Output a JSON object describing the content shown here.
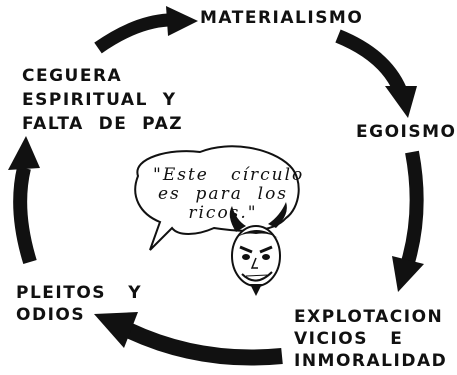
{
  "nodes": {
    "materialismo": "MATERIALISMO",
    "egoismo": "EGOISMO",
    "explotacion": "EXPLOTACION\nVICIOS   E\nINMORALIDAD",
    "pleitos": "PLEITOS   Y\nODIOS",
    "ceguera": "CEGUERA\nESPIRITUAL  Y\nFALTA  DE  PAZ"
  },
  "speech_bubble": {
    "text": "\"Este   círculo\nes  para  los\nricos.\""
  },
  "colors": {
    "ink": "#111111",
    "background": "#ffffff"
  },
  "icons": {
    "character": "devil-face-icon"
  }
}
